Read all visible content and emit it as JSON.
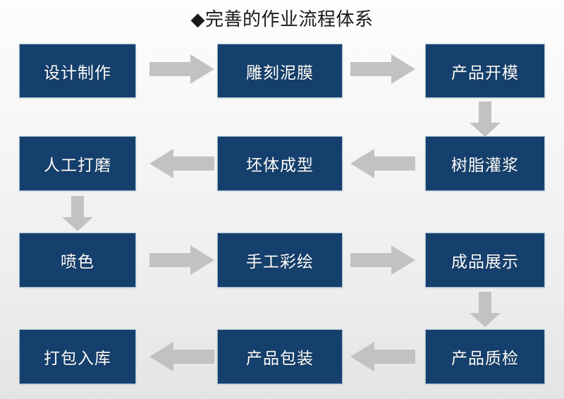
{
  "slide": {
    "title": "◆完善的作业流程体系",
    "background_top": "#fdfdfd",
    "background_bottom": "#e4e4e4",
    "box_color": "#15406d",
    "box_border_color": "#9fb8cf",
    "box_text_color": "#ffffff",
    "arrow_color": "#c2c2c2"
  },
  "flow": {
    "rows": [
      {
        "direction": "left-to-right",
        "nodes": [
          {
            "label": "设计制作"
          },
          {
            "label": "雕刻泥膜"
          },
          {
            "label": "产品开模"
          }
        ]
      },
      {
        "direction": "right-to-left",
        "nodes": [
          {
            "label": "人工打磨"
          },
          {
            "label": "坯体成型"
          },
          {
            "label": "树脂灌浆"
          }
        ]
      },
      {
        "direction": "left-to-right",
        "nodes": [
          {
            "label": "喷色"
          },
          {
            "label": "手工彩绘"
          },
          {
            "label": "成品展示"
          }
        ]
      },
      {
        "direction": "right-to-left",
        "nodes": [
          {
            "label": "打包入库"
          },
          {
            "label": "产品包装"
          },
          {
            "label": "产品质检"
          }
        ]
      }
    ],
    "connectors": [
      {
        "from": "产品开模",
        "to": "树脂灌浆",
        "icon": "arrow-down-icon",
        "column": "right"
      },
      {
        "from": "人工打磨",
        "to": "喷色",
        "icon": "arrow-down-icon",
        "column": "left"
      },
      {
        "from": "成品展示",
        "to": "产品质检",
        "icon": "arrow-down-icon",
        "column": "right"
      }
    ],
    "sequence": [
      "设计制作",
      "雕刻泥膜",
      "产品开模",
      "树脂灌浆",
      "坯体成型",
      "人工打磨",
      "喷色",
      "手工彩绘",
      "成品展示",
      "产品质检",
      "产品包装",
      "打包入库"
    ]
  }
}
